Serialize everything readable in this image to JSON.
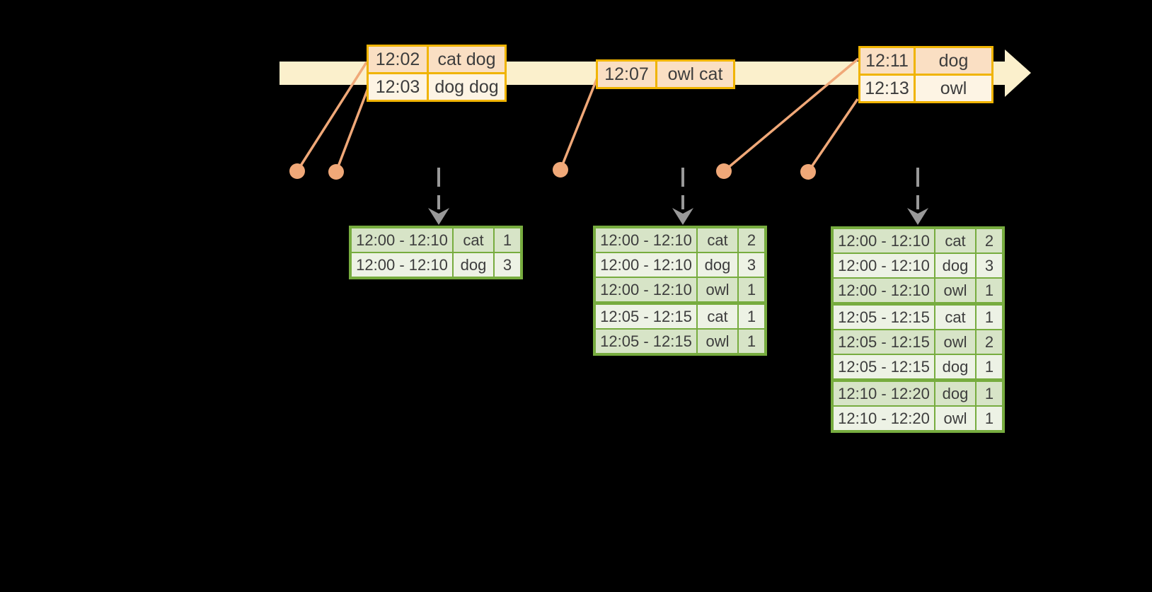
{
  "colors": {
    "background": "#000000",
    "timeline_fill": "#FBF0CC",
    "event_table_border": "#F0B400",
    "event_row_dark": "#FADFC3",
    "event_row_light": "#FDF4E4",
    "connector_orange": "#F0A878",
    "trigger_arrow_gray": "#999999",
    "result_table_border": "#77AC3F",
    "result_row_dark": "#D7E4C7",
    "result_row_light": "#EDF2E5",
    "text": "#3D3D3D"
  },
  "event_tables": [
    {
      "rows": [
        {
          "time": "12:02",
          "words": "cat dog"
        },
        {
          "time": "12:03",
          "words": "dog dog"
        }
      ]
    },
    {
      "rows": [
        {
          "time": "12:07",
          "words": "owl cat"
        }
      ]
    },
    {
      "rows": [
        {
          "time": "12:11",
          "words": "dog"
        },
        {
          "time": "12:13",
          "words": "owl"
        }
      ]
    }
  ],
  "result_tables": [
    {
      "rows": [
        {
          "window": "12:00 - 12:10",
          "word": "cat",
          "count": "1"
        },
        {
          "window": "12:00 - 12:10",
          "word": "dog",
          "count": "3"
        }
      ]
    },
    {
      "rows": [
        {
          "window": "12:00 - 12:10",
          "word": "cat",
          "count": "2"
        },
        {
          "window": "12:00 - 12:10",
          "word": "dog",
          "count": "3"
        },
        {
          "window": "12:00 - 12:10",
          "word": "owl",
          "count": "1"
        },
        {
          "window": "12:05 - 12:15",
          "word": "cat",
          "count": "1"
        },
        {
          "window": "12:05 - 12:15",
          "word": "owl",
          "count": "1"
        }
      ]
    },
    {
      "rows": [
        {
          "window": "12:00 - 12:10",
          "word": "cat",
          "count": "2"
        },
        {
          "window": "12:00 - 12:10",
          "word": "dog",
          "count": "3"
        },
        {
          "window": "12:00 - 12:10",
          "word": "owl",
          "count": "1"
        },
        {
          "window": "12:05 - 12:15",
          "word": "cat",
          "count": "1"
        },
        {
          "window": "12:05 - 12:15",
          "word": "owl",
          "count": "2"
        },
        {
          "window": "12:05 - 12:15",
          "word": "dog",
          "count": "1"
        },
        {
          "window": "12:10 - 12:20",
          "word": "dog",
          "count": "1"
        },
        {
          "window": "12:10 - 12:20",
          "word": "owl",
          "count": "1"
        }
      ]
    }
  ]
}
